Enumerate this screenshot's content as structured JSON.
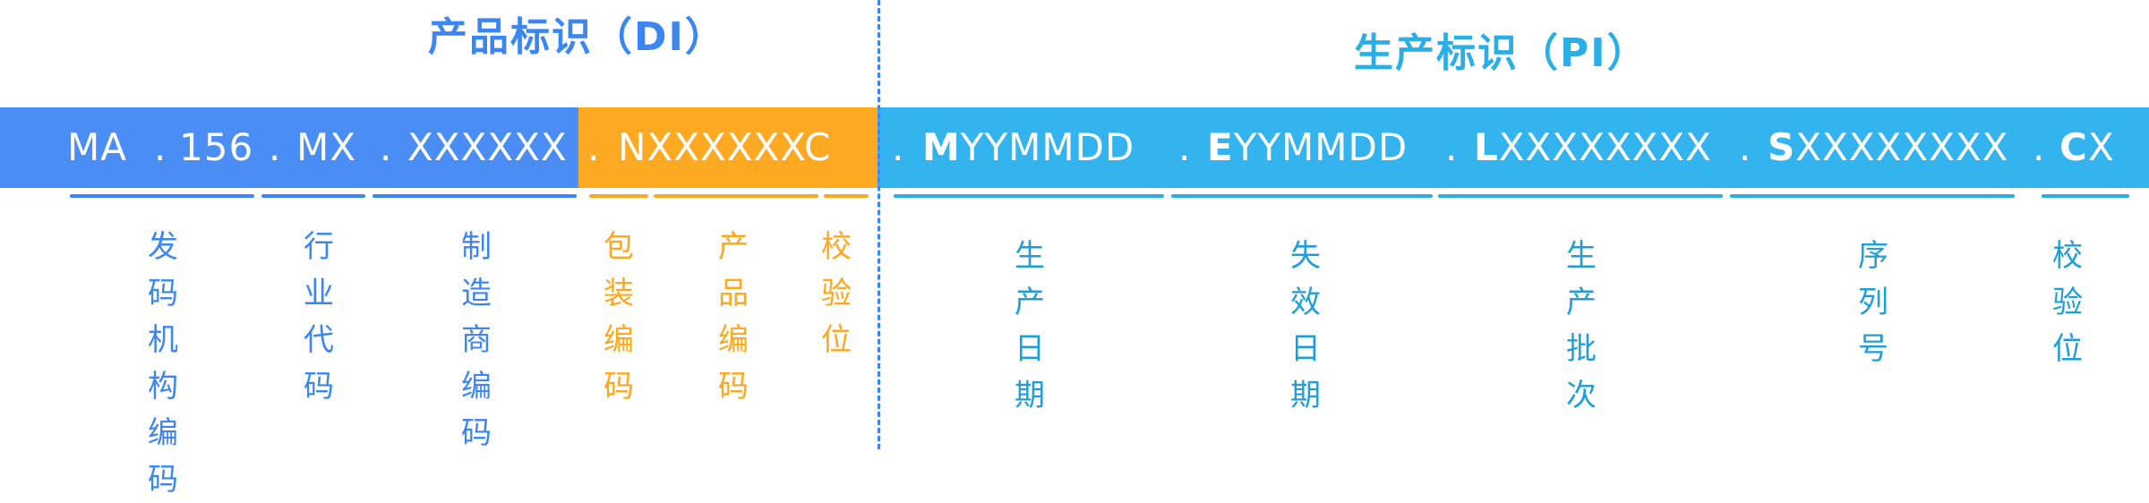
{
  "headers": {
    "di": "产品标识（DI）",
    "pi": "生产标识（PI）"
  },
  "segments": {
    "ma": "MA",
    "dot1": ".",
    "n156": "156",
    "dot2": ".",
    "mx": "MX",
    "dot3": ".",
    "xxxxxx": "XXXXXX",
    "dot4": ".",
    "nxc": "NXXXXXXC",
    "dot5": ".",
    "m_prefix": "M",
    "m_rest": "YYMMDD",
    "dot6": ".",
    "e_prefix": "E",
    "e_rest": "YYMMDD",
    "dot7": ".",
    "l_prefix": "L",
    "l_rest": "XXXXXXXX",
    "dot8": ".",
    "s_prefix": "S",
    "s_rest": "XXXXXXXX",
    "dot9": ".",
    "c_prefix": "C",
    "c_rest": "X"
  },
  "labels": {
    "issuer": "发码机构编码",
    "industry": "行业代码",
    "manufacturer": "制造商编码",
    "package": "包装编码",
    "product": "产品编码",
    "check_di": "校验位",
    "prod_date": "生产日期",
    "expiry_date": "失效日期",
    "batch": "生产批次",
    "serial": "序列号",
    "check_pi": "校验位"
  },
  "colors": {
    "di_blue": "#4a8df4",
    "package_orange": "#fdaa22",
    "pi_sky": "#33b4ef"
  }
}
